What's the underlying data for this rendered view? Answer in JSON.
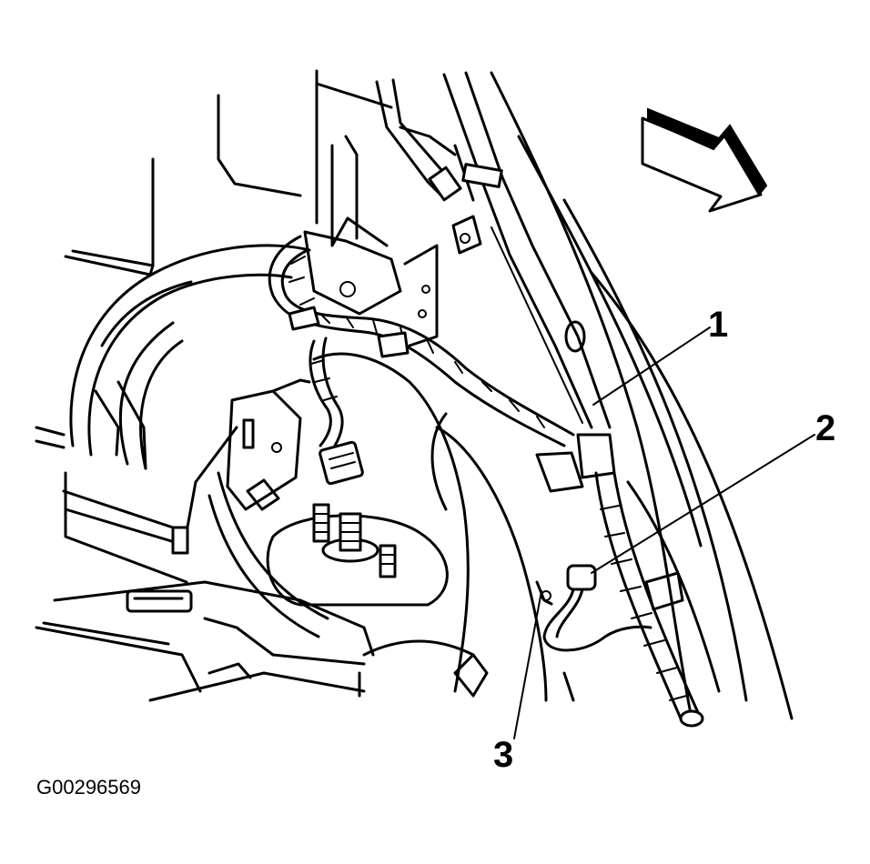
{
  "figure_id": "G00296569",
  "callouts": [
    {
      "number": "1"
    },
    {
      "number": "2"
    },
    {
      "number": "3"
    }
  ],
  "direction_arrow_icon": "forward-arrow-icon",
  "line_color": "#000000",
  "background_color": "#ffffff"
}
